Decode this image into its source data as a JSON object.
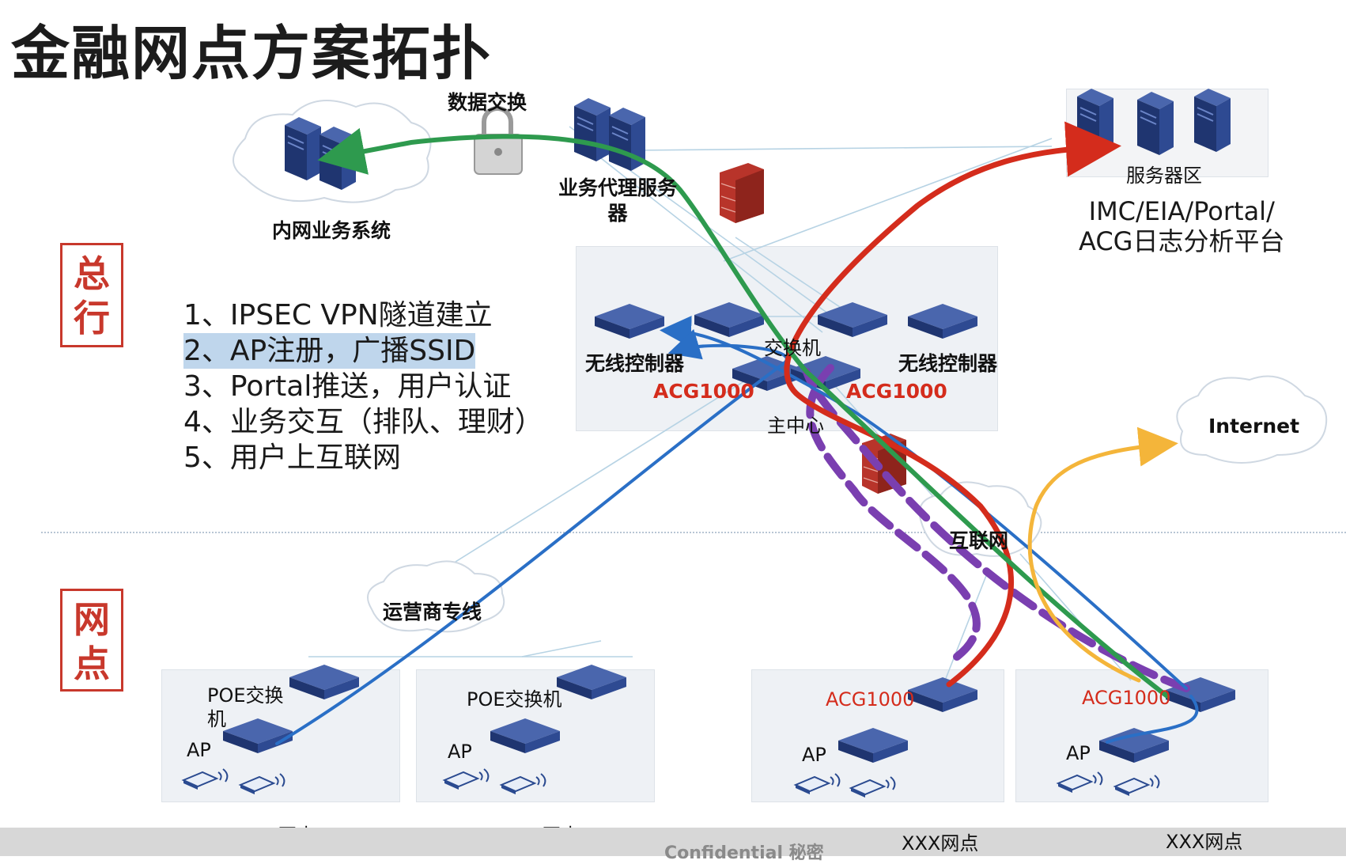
{
  "title": "金融网点方案拓扑",
  "zones": {
    "hq": "总\n行",
    "branch": "网\n点"
  },
  "steps": [
    "1、IPSEC VPN隧道建立",
    "2、AP注册，广播SSID",
    "3、Portal推送，用户认证",
    "4、业务交互（排队、理财）",
    "5、用户上互联网"
  ],
  "labels": {
    "data_exchange": "数据交换",
    "proxy_server": "业务代理服务\n器",
    "intranet": "内网业务系统",
    "server_zone": "服务器区",
    "platform": "IMC/EIA/Portal/\nACG日志分析平台",
    "wlc_left": "无线控制器",
    "wlc_right": "无线控制器",
    "switch": "交换机",
    "acg_left": "ACG1000",
    "acg_right": "ACG1000",
    "main_center": "主中心",
    "internet_cloud": "互联网",
    "internet": "Internet",
    "carrier": "运营商专线",
    "poe1": "POE交换\n机",
    "poe2": "POE交换机",
    "acg_b3": "ACG1000",
    "acg_b4": "ACG1000",
    "ap": "AP",
    "branch_name": "XXX网点",
    "confidential": "Confidential 秘密"
  },
  "colors": {
    "green": "#2e9a4e",
    "red": "#d42c1c",
    "blue": "#2a6fc6",
    "purple": "#7a3fb0",
    "yellow": "#f4b53a",
    "device": "#233c7c"
  },
  "icons": [
    "server-icon",
    "lock-icon",
    "firewall-icon",
    "wireless-controller-icon",
    "switch-icon",
    "router-icon",
    "ap-icon",
    "laptop-icon",
    "cloud-icon"
  ]
}
